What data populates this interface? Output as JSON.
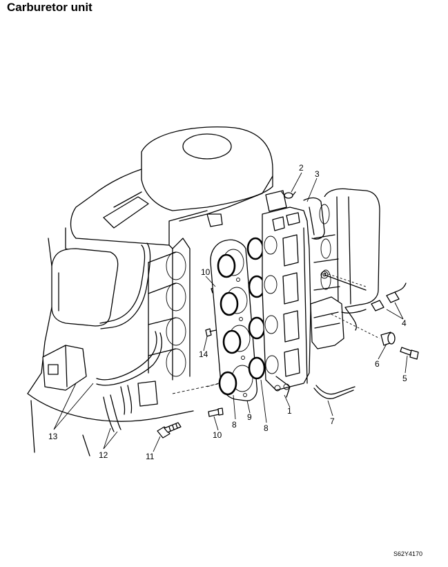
{
  "title": "Carburetor unit",
  "reference_code": "S62Y4170",
  "callouts": [
    {
      "number": "1"
    },
    {
      "number": "2"
    },
    {
      "number": "3"
    },
    {
      "number": "4"
    },
    {
      "number": "5"
    },
    {
      "number": "6"
    },
    {
      "number": "7"
    },
    {
      "number": "8"
    },
    {
      "number": "8"
    },
    {
      "number": "9"
    },
    {
      "number": "10"
    },
    {
      "number": "10"
    },
    {
      "number": "11"
    },
    {
      "number": "12"
    },
    {
      "number": "13"
    },
    {
      "number": "14"
    }
  ]
}
